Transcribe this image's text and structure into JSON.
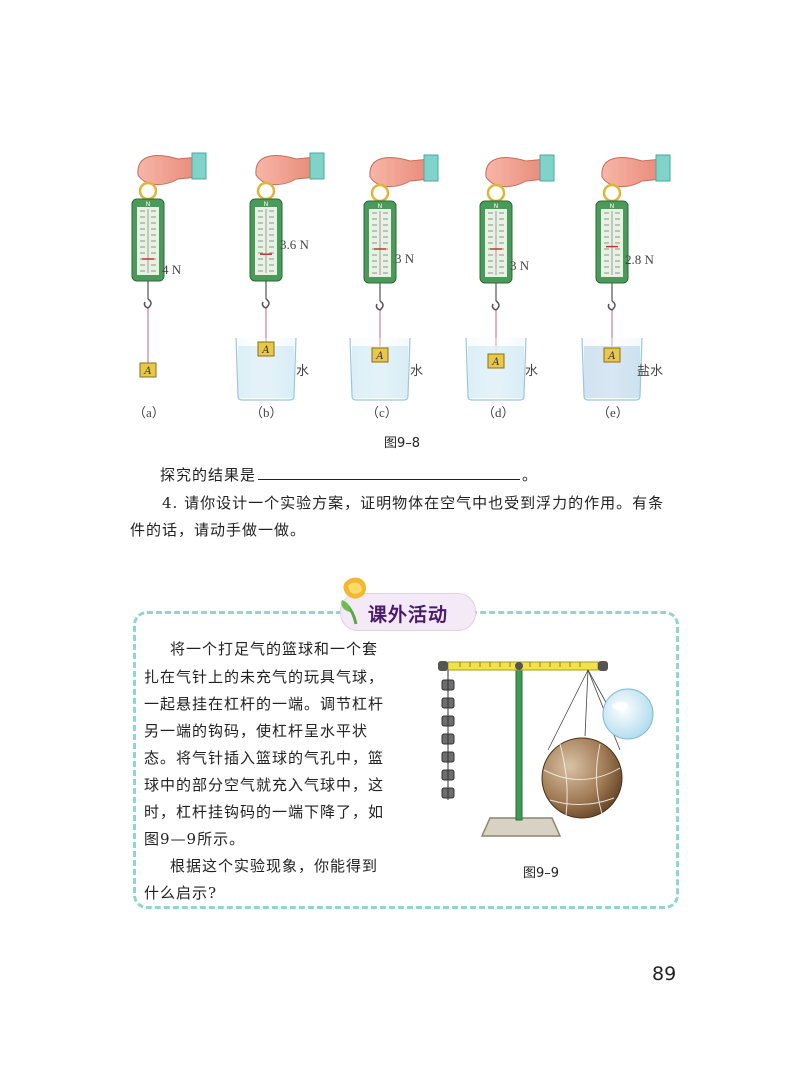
{
  "figure_9_8": {
    "caption": "图9–8",
    "panels": [
      {
        "label": "（a）",
        "reading": "4 N",
        "liquid": ""
      },
      {
        "label": "（b）",
        "reading": "3.6 N",
        "liquid": "水"
      },
      {
        "label": "（c）",
        "reading": "3 N",
        "liquid": "水"
      },
      {
        "label": "（d）",
        "reading": "3 N",
        "liquid": "水"
      },
      {
        "label": "（e）",
        "reading": "2.8 N",
        "liquid": "盐水"
      }
    ],
    "block_label": "A",
    "scale_top_letter": "N"
  },
  "text": {
    "result_prefix": "探究的结果是",
    "result_suffix": "。",
    "q4_line1": "4. 请你设计一个实验方案，证明物体在空气中也受到浮力的作用。有条",
    "q4_line2": "件的话，请动手做一做。"
  },
  "activity": {
    "title": "课外活动",
    "lines": [
      "将一个打足气的篮球和一个套",
      "扎在气针上的未充气的玩具气球，",
      "一起悬挂在杠杆的一端。调节杠杆",
      "另一端的钩码，使杠杆呈水平状",
      "态。将气针插入篮球的气孔中，篮",
      "球中的部分空气就充入气球中，这",
      "时，杠杆挂钩码的一端下降了，如",
      "图9—9所示。",
      "根据这个实验现象，你能得到",
      "什么启示?"
    ],
    "figure_caption": "图9–9"
  },
  "page_number": "89",
  "colors": {
    "dashed_border": "#8fd7cc",
    "balance_frame": "#3c8a4a",
    "water": "#cfe9f3",
    "salt_water": "#b9d3e8",
    "block": "#e8c84a",
    "title_text": "#4a1a6e"
  }
}
